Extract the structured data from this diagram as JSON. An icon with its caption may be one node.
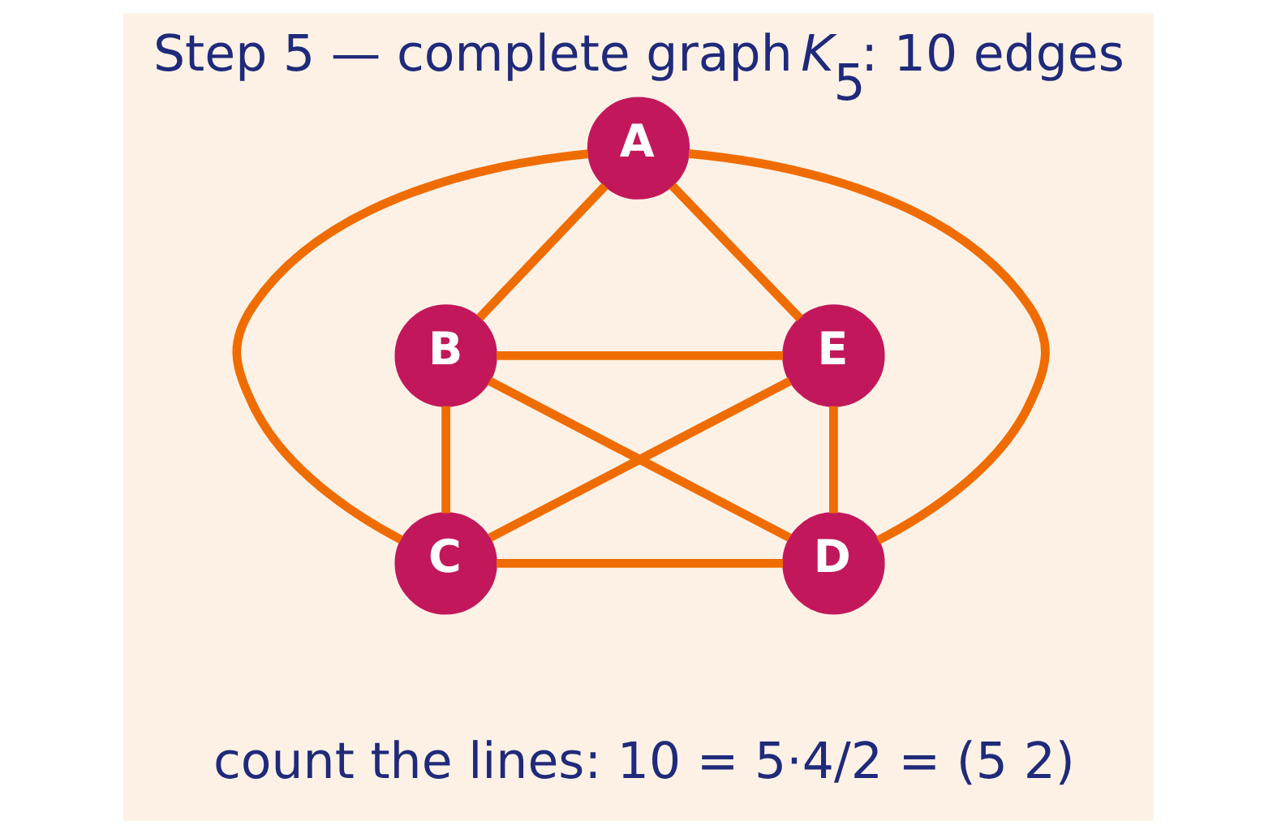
{
  "diagram": {
    "title": "Step 5 — complete graph *K*$_{5}$: 10 edges",
    "caption": "count the lines: 10 = 5·4/2 = (5 2)",
    "nodes": [
      {
        "text": [
          "A"
        ]
      },
      {
        "text": [
          "B"
        ]
      },
      {
        "text": [
          "C"
        ]
      },
      {
        "text": [
          "D"
        ]
      },
      {
        "text": [
          "E"
        ]
      }
    ],
    "edges": [
      {
        "from": 0,
        "to": 1,
        "arrow": "none"
      },
      {
        "from": 0,
        "to": 2,
        "arrow": "none"
      },
      {
        "from": 0,
        "to": 3,
        "arrow": "none"
      },
      {
        "from": 0,
        "to": 4,
        "arrow": "none"
      },
      {
        "from": 1,
        "to": 2,
        "arrow": "none"
      },
      {
        "from": 1,
        "to": 3,
        "arrow": "none"
      },
      {
        "from": 1,
        "to": 4,
        "arrow": "none"
      },
      {
        "from": 2,
        "to": 3,
        "arrow": "none"
      },
      {
        "from": 2,
        "to": 4,
        "arrow": "none"
      },
      {
        "from": 3,
        "to": 4,
        "arrow": "none"
      }
    ]
  }
}
